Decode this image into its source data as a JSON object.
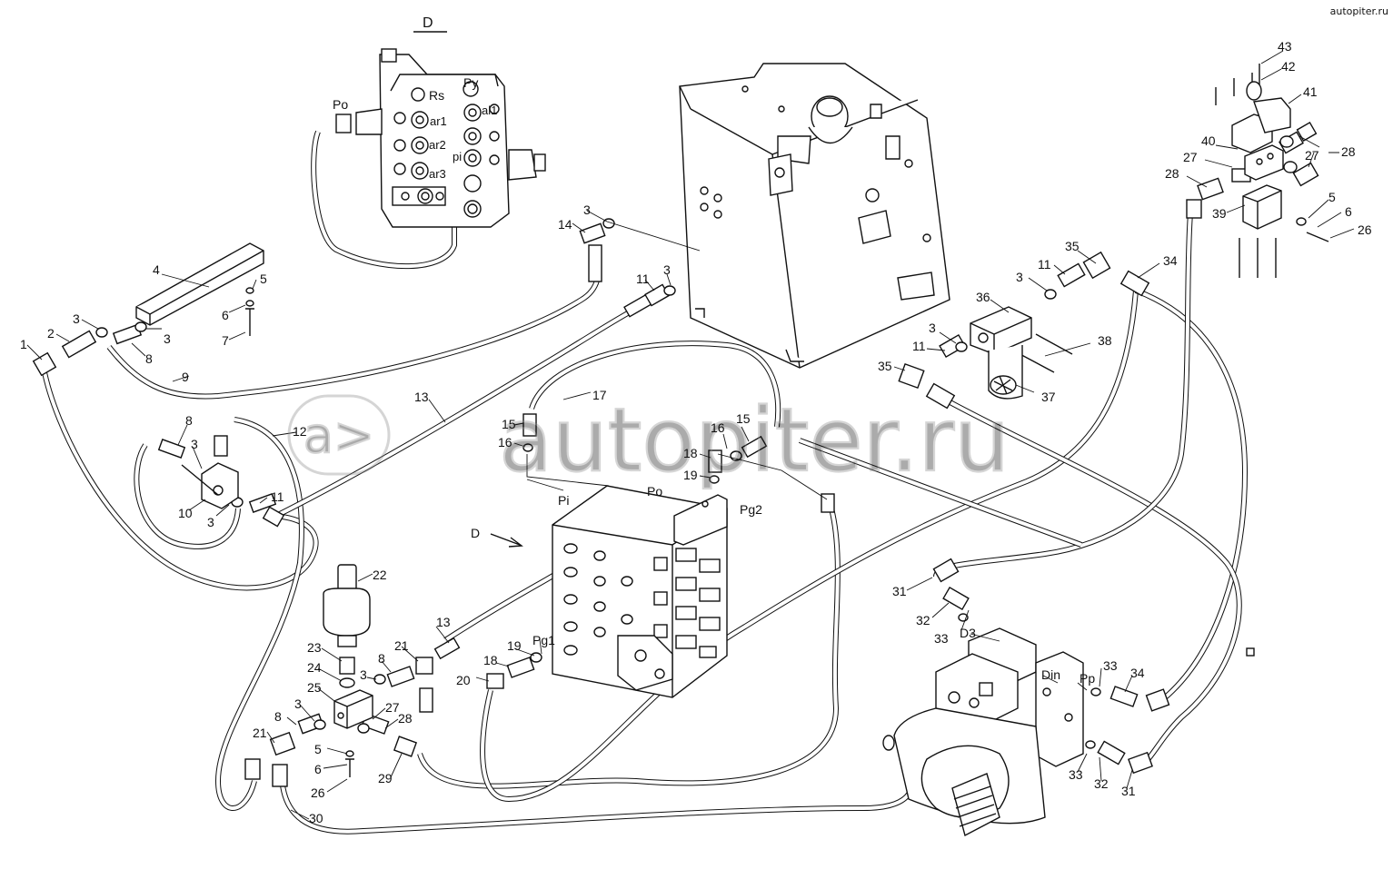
{
  "watermark": {
    "text": "autopiter.ru",
    "mark": "a>",
    "corner": "autopiter.ru"
  },
  "view_label": "D",
  "view_arrow_label": "D",
  "port_labels": {
    "po_top": "Po",
    "rs": "Rs",
    "py": "Py",
    "ar1": "ar1",
    "al1": "al1",
    "ar2": "ar2",
    "pi_top": "pi",
    "ar3": "ar3",
    "pi_block": "Pi",
    "po_block": "Po",
    "pg2": "Pg2",
    "pg1": "Pg1",
    "d3": "D3",
    "din": "Din",
    "pp": "Pp"
  },
  "callouts": {
    "c1": "1",
    "c2": "2",
    "c3a": "3",
    "c3b": "3",
    "c4": "4",
    "c5a": "5",
    "c6a": "6",
    "c7": "7",
    "c8a": "8",
    "c9": "9",
    "c8b": "8",
    "c3c": "3",
    "c10": "10",
    "c3d": "3",
    "c11a": "11",
    "c12": "12",
    "c13a": "13",
    "c3e": "3",
    "c14": "14",
    "c11b": "11",
    "c3f": "3",
    "c17": "17",
    "c15a": "15",
    "c16a": "16",
    "c16b": "16",
    "c15b": "15",
    "c18a": "18",
    "c19a": "19",
    "c22": "22",
    "c23": "23",
    "c24": "24",
    "c25": "25",
    "c3g": "3",
    "c8c": "8",
    "c21a": "21",
    "c13b": "13",
    "c18b": "18",
    "c19b": "19",
    "c20": "20",
    "c3h": "3",
    "c27a": "27",
    "c28a": "28",
    "c21b": "21",
    "c8d": "8",
    "c5b": "5",
    "c6b": "6",
    "c26a": "26",
    "c29": "29",
    "c30": "30",
    "c3i": "3",
    "c11c": "11",
    "c35a": "35",
    "c34a": "34",
    "c36": "36",
    "c38": "38",
    "c3j": "3",
    "c11d": "11",
    "c35b": "35",
    "c37": "37",
    "c43": "43",
    "c42": "42",
    "c41": "41",
    "c40": "40",
    "c27b": "27",
    "c28b": "28",
    "c28c": "28",
    "c27c": "27",
    "c5c": "5",
    "c6c": "6",
    "c26b": "26",
    "c39": "39",
    "c31a": "31",
    "c32a": "32",
    "c33a": "33",
    "c34b": "34",
    "c33b": "33",
    "c32b": "32",
    "c31b": "31"
  }
}
